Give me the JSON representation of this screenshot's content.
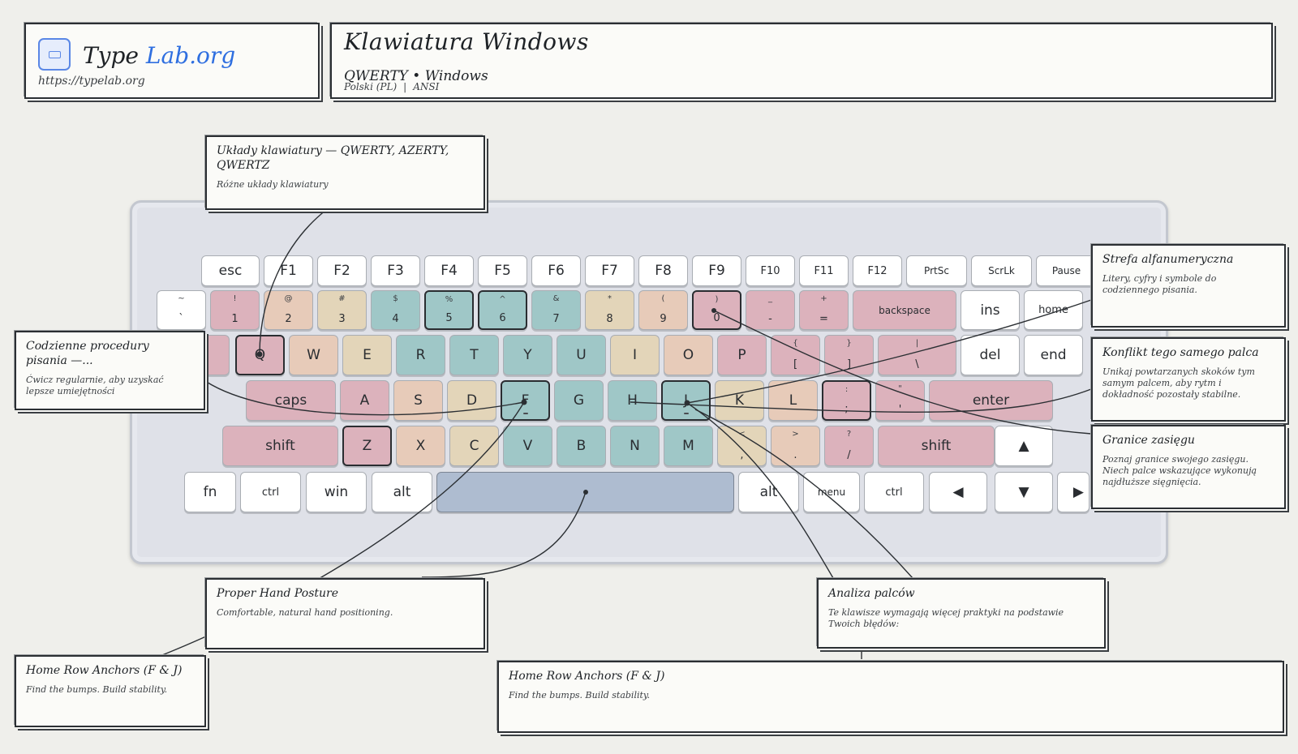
{
  "brand": {
    "name_part1": "Type",
    "name_part2": "Lab.org",
    "url": "https://typelab.org",
    "icon": "keyboard-icon",
    "accent": "#2f6fe0"
  },
  "header": {
    "title": "Klawiatura Windows",
    "layout_line": "QWERTY • Windows",
    "locale": "Polski (PL)",
    "separator": "|",
    "standard": "ANSI"
  },
  "colors": {
    "pinky": "#dcb2bc",
    "ring": "#e7cbb9",
    "middle": "#e3d5b9",
    "index": "#9fc7c7",
    "thumb": "#aebcd0"
  },
  "keys": {
    "esc": "esc",
    "f1": "F1",
    "f2": "F2",
    "f3": "F3",
    "f4": "F4",
    "f5": "F5",
    "f6": "F6",
    "f7": "F7",
    "f8": "F8",
    "f9": "F9",
    "f10": "F10",
    "f11": "F11",
    "f12": "F12",
    "prtsc": "PrtSc",
    "scrlk": "ScrLk",
    "pause": "Pause",
    "tilde_top": "~",
    "tilde_bot": "`",
    "n1_top": "!",
    "n1": "1",
    "n2_top": "@",
    "n2": "2",
    "n3_top": "#",
    "n3": "3",
    "n4_top": "$",
    "n4": "4",
    "n5_top": "%",
    "n5": "5",
    "n6_top": "^",
    "n6": "6",
    "n7_top": "&",
    "n7": "7",
    "n8_top": "*",
    "n8": "8",
    "n9_top": "(",
    "n9": "9",
    "n0_top": ")",
    "n0": "0",
    "minus_top": "_",
    "minus": "-",
    "eq_top": "+",
    "eq": "=",
    "backspace": "backspace",
    "ins": "ins",
    "home": "home",
    "q": "Q",
    "w": "W",
    "e": "E",
    "r": "R",
    "t": "T",
    "y": "Y",
    "u": "U",
    "i": "I",
    "o": "O",
    "p": "P",
    "lbr_top": "{",
    "lbr": "[",
    "rbr_top": "}",
    "rbr": "]",
    "bsl_top": "|",
    "bsl": "\\",
    "del": "del",
    "end": "end",
    "caps": "caps",
    "a": "A",
    "s": "S",
    "d": "D",
    "f": "F",
    "g": "G",
    "h": "H",
    "j": "J",
    "k": "K",
    "l": "L",
    "semi_top": ":",
    "semi": ";",
    "quote_top": "\"",
    "quote": "'",
    "enter": "enter",
    "lshift": "shift",
    "z": "Z",
    "x": "X",
    "c": "C",
    "v": "V",
    "b": "B",
    "n": "N",
    "m": "M",
    "comma_top": "<",
    "comma": ",",
    "dot_top": ">",
    "dot": ".",
    "slash_top": "?",
    "slash": "/",
    "rshift": "shift",
    "up": "▲",
    "fn": "fn",
    "lctrl": "ctrl",
    "win": "win",
    "lalt": "alt",
    "ralt": "alt",
    "menu": "menu",
    "rctrl": "ctrl",
    "left": "◀",
    "down": "▼",
    "right": "▶"
  },
  "notes": {
    "layouts": {
      "title": "Układy klawiatury — QWERTY, AZERTY, QWERTZ",
      "desc": "Różne układy klawiatury"
    },
    "routines": {
      "title": "Codzienne procedury pisania —...",
      "desc": "Ćwicz regularnie, aby uzyskać lepsze umiejętności"
    },
    "alpha": {
      "title": "Strefa alfanumeryczna",
      "desc": "Litery, cyfry i symbole do codziennego pisania."
    },
    "conflict": {
      "title": "Konflikt tego samego palca",
      "desc": "Unikaj powtarzanych skoków tym samym palcem, aby rytm i dokładność pozostały stabilne."
    },
    "reach": {
      "title": "Granice zasięgu",
      "desc": "Poznaj granice swojego zasięgu. Niech palce wskazujące wykonują najdłuższe sięgnięcia."
    },
    "posture": {
      "title": "Proper Hand Posture",
      "desc": "Comfortable, natural hand positioning."
    },
    "analysis": {
      "title": "Analiza palców",
      "desc": "Te klawisze wymagają więcej praktyki na podstawie Twoich błędów:"
    },
    "anchors_left": {
      "title": "Home Row Anchors (F & J)",
      "desc": "Find the bumps. Build stability."
    },
    "anchors_bottom": {
      "title": "Home Row Anchors (F & J)",
      "desc": "Find the bumps. Build stability."
    }
  }
}
